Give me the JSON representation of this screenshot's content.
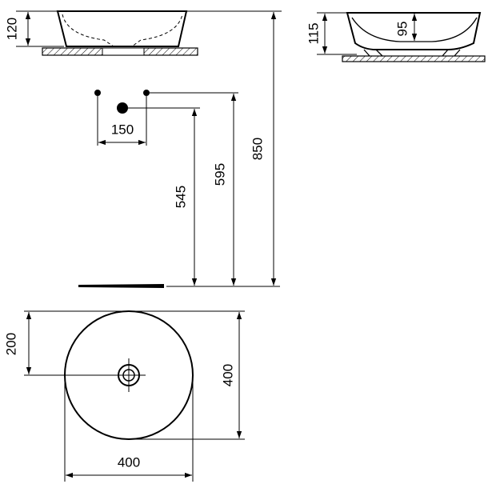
{
  "dimensions": {
    "basin_height_front": "120",
    "total_height": "850",
    "tap_spacing": "150",
    "waste_height": "545",
    "supply_height": "595",
    "basin_height_side": "115",
    "bowl_depth": "95",
    "waste_offset": "200",
    "diameter_vertical": "400",
    "diameter_horizontal": "400"
  }
}
